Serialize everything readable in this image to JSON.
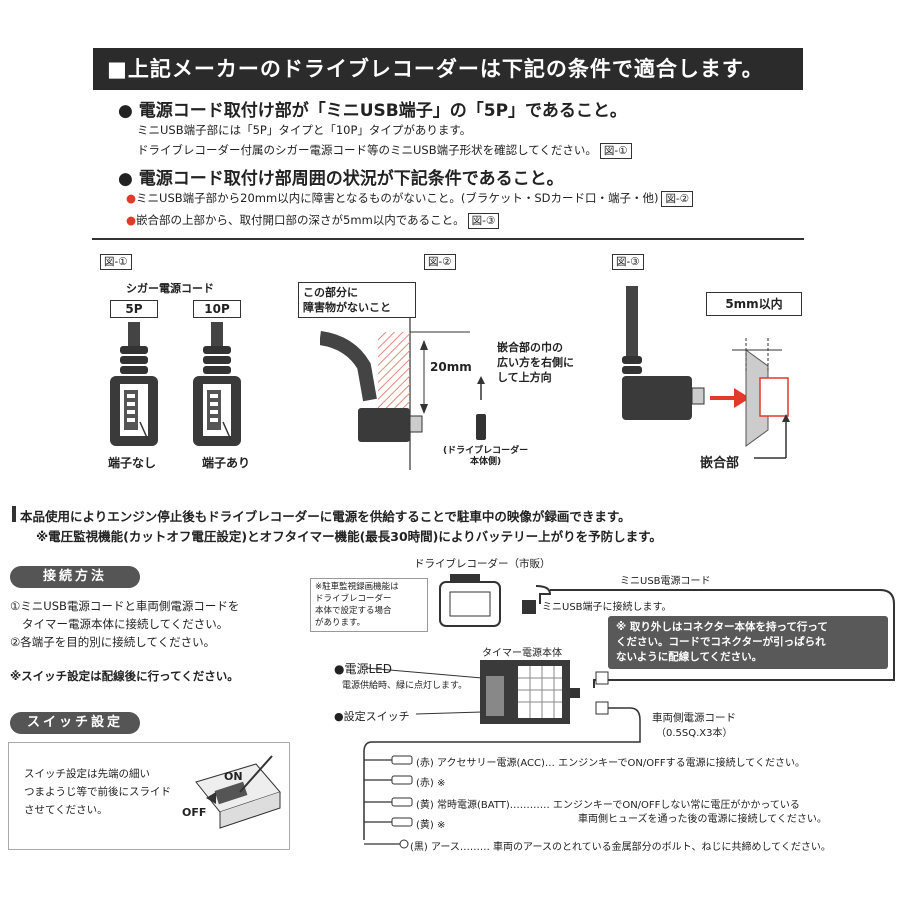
{
  "header": {
    "banner": "■上記メーカーのドライブレコーダーは下記の条件で適合します。",
    "cond1": "● 電源コード取付け部が「ミニUSB端子」の「5P」であること。",
    "cond1_sub1": "ミニUSB端子部には「5P」タイプと「10P」タイプがあります。",
    "cond1_sub2": "ドライブレコーダー付属のシガー電源コード等のミニUSB端子形状を確認してください。",
    "cond1_tag": "図-①",
    "cond2": "● 電源コード取付け部周囲の状況が下記条件であること。",
    "cond2_sub1": "ミニUSB端子部から20mm以内に障害となるものがないこと。(ブラケット・SDカード口・端子・他)",
    "cond2_tag1": "図-②",
    "cond2_sub2": "嵌合部の上部から、取付開口部の深さが5mm以内であること。",
    "cond2_tag2": "図-③",
    "bullet": "●"
  },
  "fig1": {
    "label": "図-①",
    "title": "シガー電源コード",
    "p5": "5P",
    "p10": "10P",
    "no_pin": "端子なし",
    "with_pin": "端子あり"
  },
  "fig2": {
    "label": "図-②",
    "note": "この部分に\n障害物がないこと",
    "dim": "20mm",
    "arrow_note": "嵌合部の巾の\n広い方を右側に\nして上方向",
    "body_side": "(ドライブレコーダー\n本体側)"
  },
  "fig3": {
    "label": "図-③",
    "dim": "5mm以内",
    "joint": "嵌合部"
  },
  "notice": {
    "line1": "本品使用によりエンジン停止後もドライブレコーダーに電源を供給することで駐車中の映像が録画できます。",
    "line2": "※電圧監視機能(カットオフ電圧設定)とオフタイマー機能(最長30時間)によりバッテリー上がりを予防します。"
  },
  "connect": {
    "title": "接続方法",
    "step1": "①ミニUSB電源コードと車両側電源コードを",
    "step1b": "タイマー電源本体に接続してください。",
    "step2": "②各端子を目的別に接続してください。",
    "switch_note": "※スイッチ設定は配線後に行ってください。"
  },
  "switch": {
    "title": "スイッチ設定",
    "text1": "スイッチ設定は先端の細い",
    "text2": "つまようじ等で前後にスライド",
    "text3": "させてください。",
    "on": "ON",
    "off": "OFF"
  },
  "diagram": {
    "recorder": "ドライブレコーダー（市販）",
    "parking_note": "※駐車監視録画機能は\nドライブレコーダー\n本体で設定する場合\nがあります。",
    "usb_cord": "ミニUSB電源コード",
    "usb_connect": "ミニUSB端子に接続します。",
    "callout": "※ 取り外しはコネクター本体を持って行って\nください。コードでコネクターが引っぱられ\nないように配線してください。",
    "timer": "タイマー電源本体",
    "led": "●電源LED",
    "led_desc": "電源供給時、緑に点灯します。",
    "switch": "●設定スイッチ",
    "vehicle_cord": "車両側電源コード",
    "vehicle_spec": "（0.5SQ.X3本）",
    "wire1": "(赤) アクセサリー電源(ACC)… エンジンキーでON/OFFする電源に接続してください。",
    "wire2": "(赤) ※",
    "wire3": "(黄) 常時電源(BATT)………… エンジンキーでON/OFFしない常に電圧がかかっている",
    "wire3b": "車両側ヒューズを通った後の電源に接続してください。",
    "wire4": "(黄) ※",
    "wire5": "(黒) アース……… 車両のアースのとれている金属部分のボルト、ねじに共締めしてください。"
  }
}
